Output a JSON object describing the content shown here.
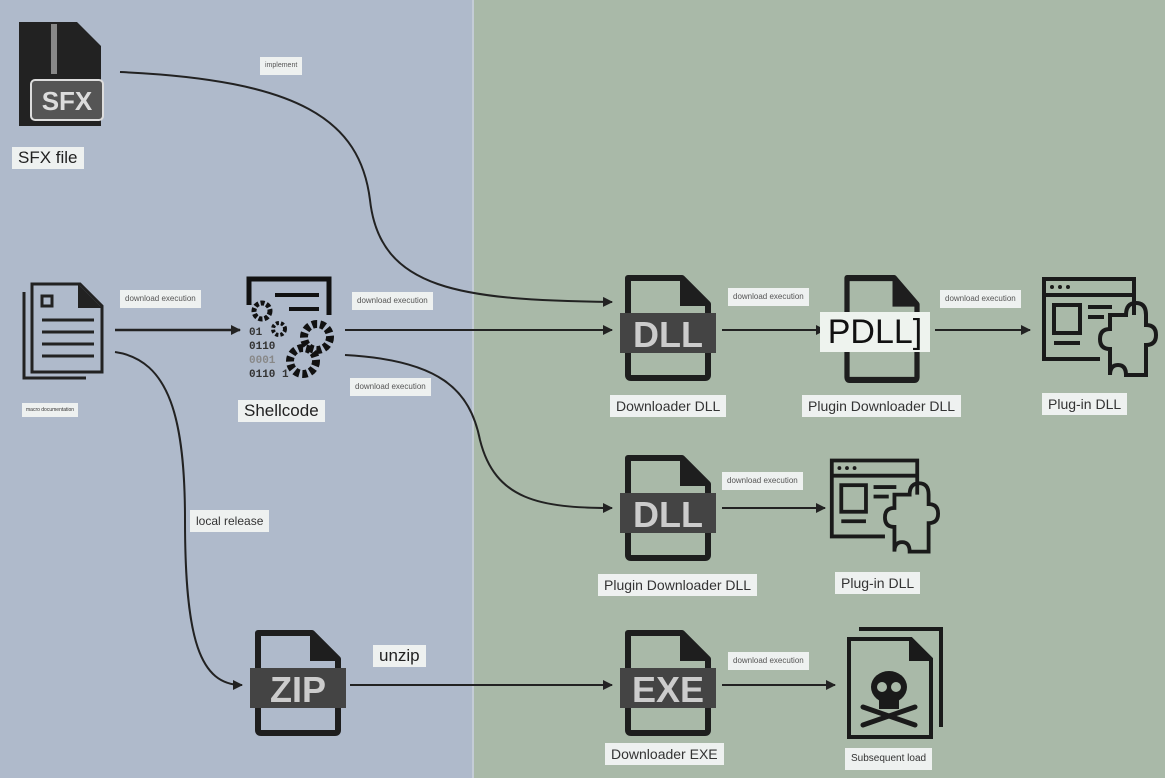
{
  "nodes": {
    "sfx": {
      "icon_text": "SFX",
      "label": "SFX file"
    },
    "macro": {
      "label": "macro documentation"
    },
    "shellcode": {
      "label": "Shellcode",
      "bits": [
        "01",
        "0110",
        "0001",
        "0110 1"
      ]
    },
    "downloader_dll": {
      "icon_text": "DLL",
      "label": "Downloader DLL"
    },
    "plugin_downloader_dll": {
      "icon_text": "PDLL]",
      "label": "Plugin Downloader DLL"
    },
    "plugin_dll": {
      "label": "Plug-in DLL"
    },
    "plugin_downloader_dll_2": {
      "icon_text": "DLL",
      "label": "Plugin Downloader DLL"
    },
    "plugin_dll_2": {
      "label": "Plug-in DLL"
    },
    "zip": {
      "icon_text": "ZIP"
    },
    "downloader_exe": {
      "icon_text": "EXE",
      "label": "Downloader EXE"
    },
    "subsequent": {
      "label": "Subsequent load"
    }
  },
  "edges": {
    "implement": "implement",
    "macro_to_shellcode": "download execution",
    "shellcode_to_dll": "download execution",
    "shellcode_to_dll2": "download execution",
    "dll_to_pdll": "download execution",
    "pdll_to_plugin": "download execution",
    "dll2_to_plugin2": "download execution",
    "local_release": "local release",
    "unzip": "unzip",
    "exe_to_subsequent": "download execution"
  }
}
